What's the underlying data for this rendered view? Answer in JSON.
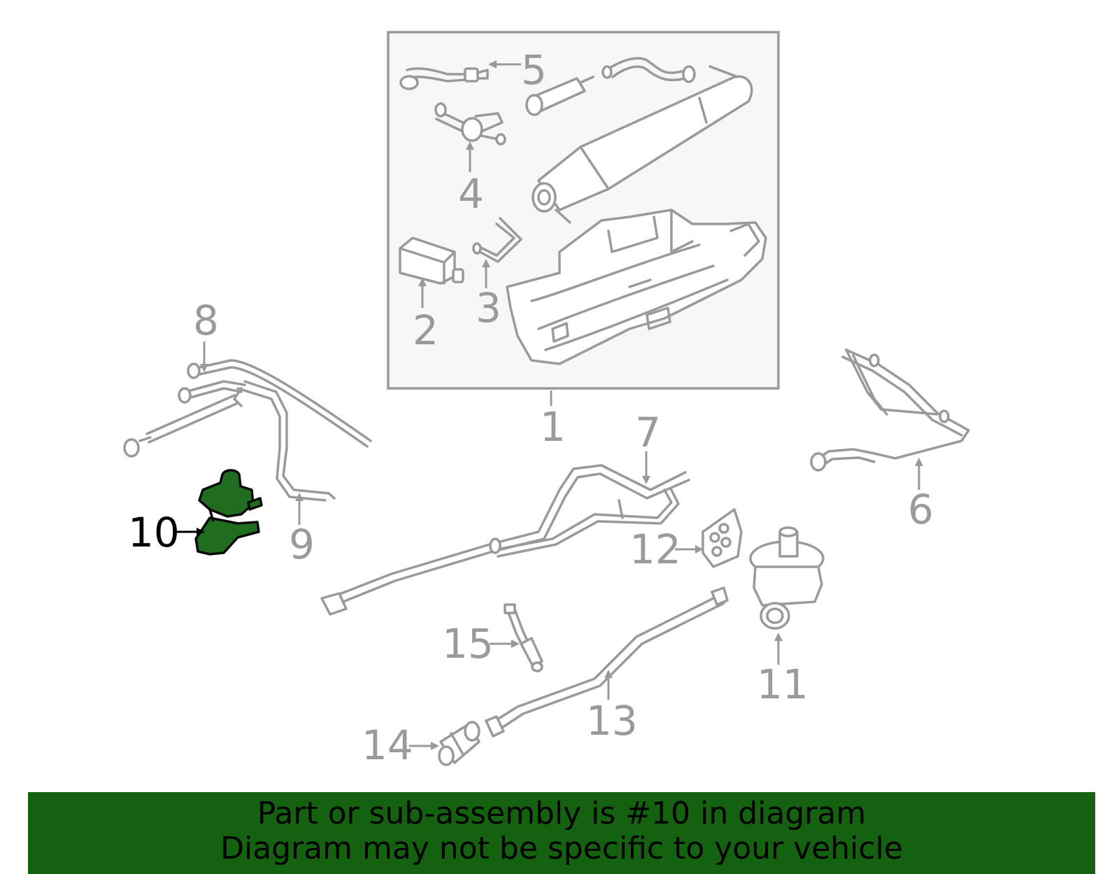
{
  "callouts": [
    {
      "id": "1",
      "label": "1"
    },
    {
      "id": "2",
      "label": "2"
    },
    {
      "id": "3",
      "label": "3"
    },
    {
      "id": "4",
      "label": "4"
    },
    {
      "id": "5",
      "label": "5"
    },
    {
      "id": "6",
      "label": "6"
    },
    {
      "id": "7",
      "label": "7"
    },
    {
      "id": "8",
      "label": "8"
    },
    {
      "id": "9",
      "label": "9"
    },
    {
      "id": "10",
      "label": "10"
    },
    {
      "id": "11",
      "label": "11"
    },
    {
      "id": "12",
      "label": "12"
    },
    {
      "id": "13",
      "label": "13"
    },
    {
      "id": "14",
      "label": "14"
    },
    {
      "id": "15",
      "label": "15"
    }
  ],
  "highlighted_part": "10",
  "banner": {
    "line1": "Part or sub-assembly is #10 in diagram",
    "line2": "Diagram may not be specific to your vehicle"
  },
  "colors": {
    "highlight": "#1f6e1f",
    "banner_bg": "#14610f",
    "line_art": "#9a9a9a"
  }
}
